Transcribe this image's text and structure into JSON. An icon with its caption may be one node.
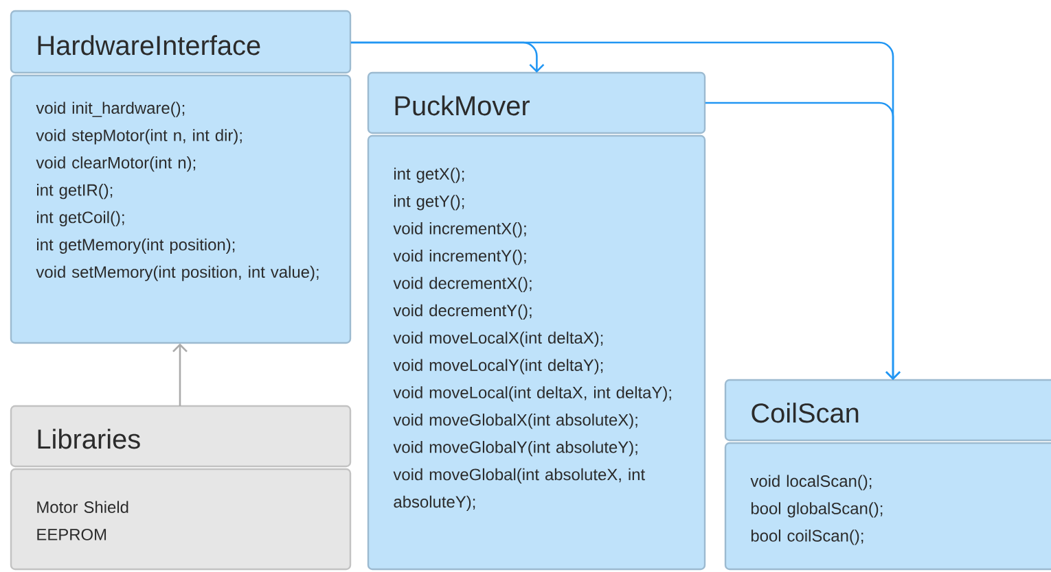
{
  "diagram": {
    "nodes": [
      {
        "text": [
          "HardwareInterface",
          "void init_hardware();",
          "void stepMotor(int n, int dir);",
          "void clearMotor(int n);",
          "int getIR();",
          "int getCoil();",
          "int getMemory(int position);",
          "void setMemory(int position, int value);"
        ]
      },
      {
        "text": [
          "PuckMover",
          "int getX();",
          "int getY();",
          "void incrementX();",
          "void incrementY();",
          "void decrementX();",
          "void decrementY();",
          "void moveLocalX(int deltaX);",
          "void moveLocalY(int deltaY);",
          "void moveLocal(int deltaX, int deltaY);",
          "void moveGlobalX(int absoluteX);",
          "void moveGlobalY(int absoluteY);",
          "void moveGlobal(int absoluteX, int absoluteY);"
        ]
      },
      {
        "text": [
          "CoilScan",
          "void localScan();",
          "bool globalScan();",
          "bool coilScan();"
        ]
      },
      {
        "text": [
          "Libraries",
          "Motor Shield",
          "EEPROM"
        ]
      }
    ],
    "edges": [
      {
        "from": 0,
        "to": 1,
        "arrow": "to"
      },
      {
        "from": 0,
        "to": 2,
        "arrow": "to"
      },
      {
        "from": 1,
        "to": 2,
        "arrow": "to"
      },
      {
        "from": 3,
        "to": 0,
        "arrow": "to",
        "color": "#aaaaaa"
      }
    ]
  }
}
